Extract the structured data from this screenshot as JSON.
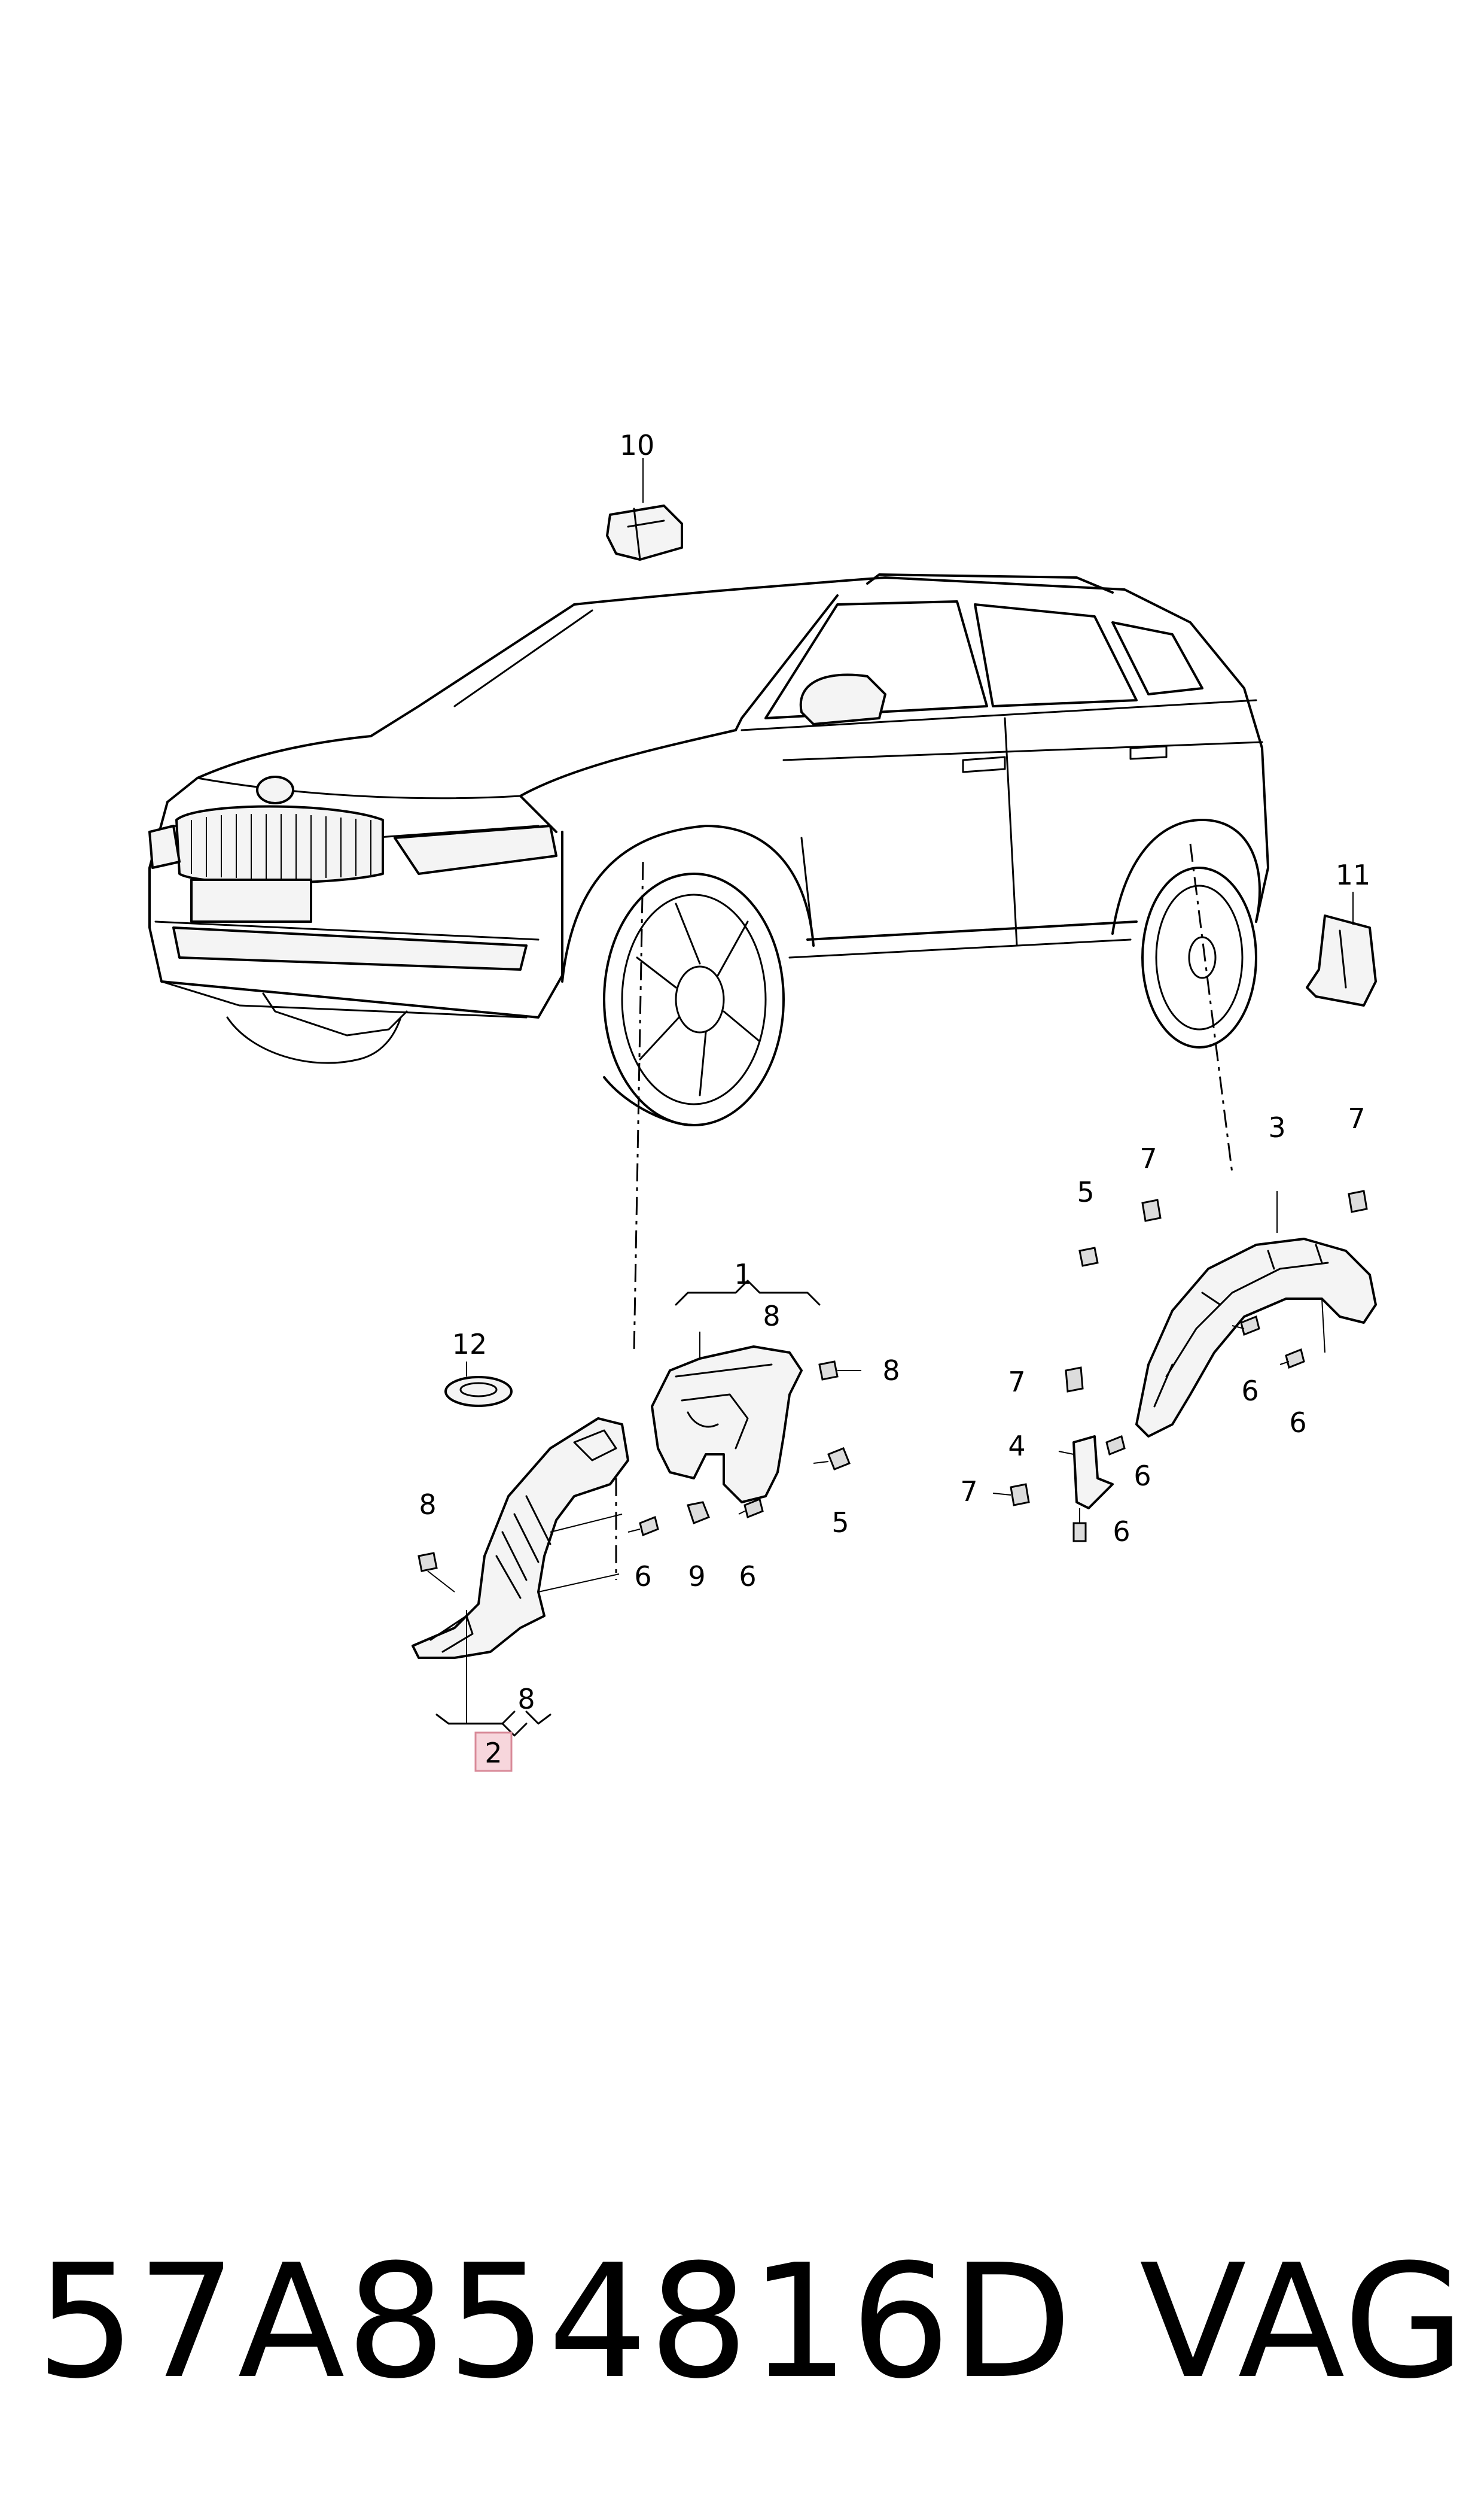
{
  "callouts": {
    "c1": "1",
    "c2": "2",
    "c3": "3",
    "c4": "4",
    "c5a": "5",
    "c5b": "5",
    "c6a": "6",
    "c6b": "6",
    "c6c": "6",
    "c6d": "6",
    "c6e": "6",
    "c6f": "6",
    "c7a": "7",
    "c7b": "7",
    "c7c": "7",
    "c7d": "7",
    "c8a": "8",
    "c8b": "8",
    "c8c": "8",
    "c8d": "8",
    "c9": "9",
    "c10": "10",
    "c11": "11",
    "c12": "12"
  },
  "highlight_color": "#f7d6dc",
  "footer": {
    "part_number": "57A854816D",
    "brand": "VAG"
  }
}
